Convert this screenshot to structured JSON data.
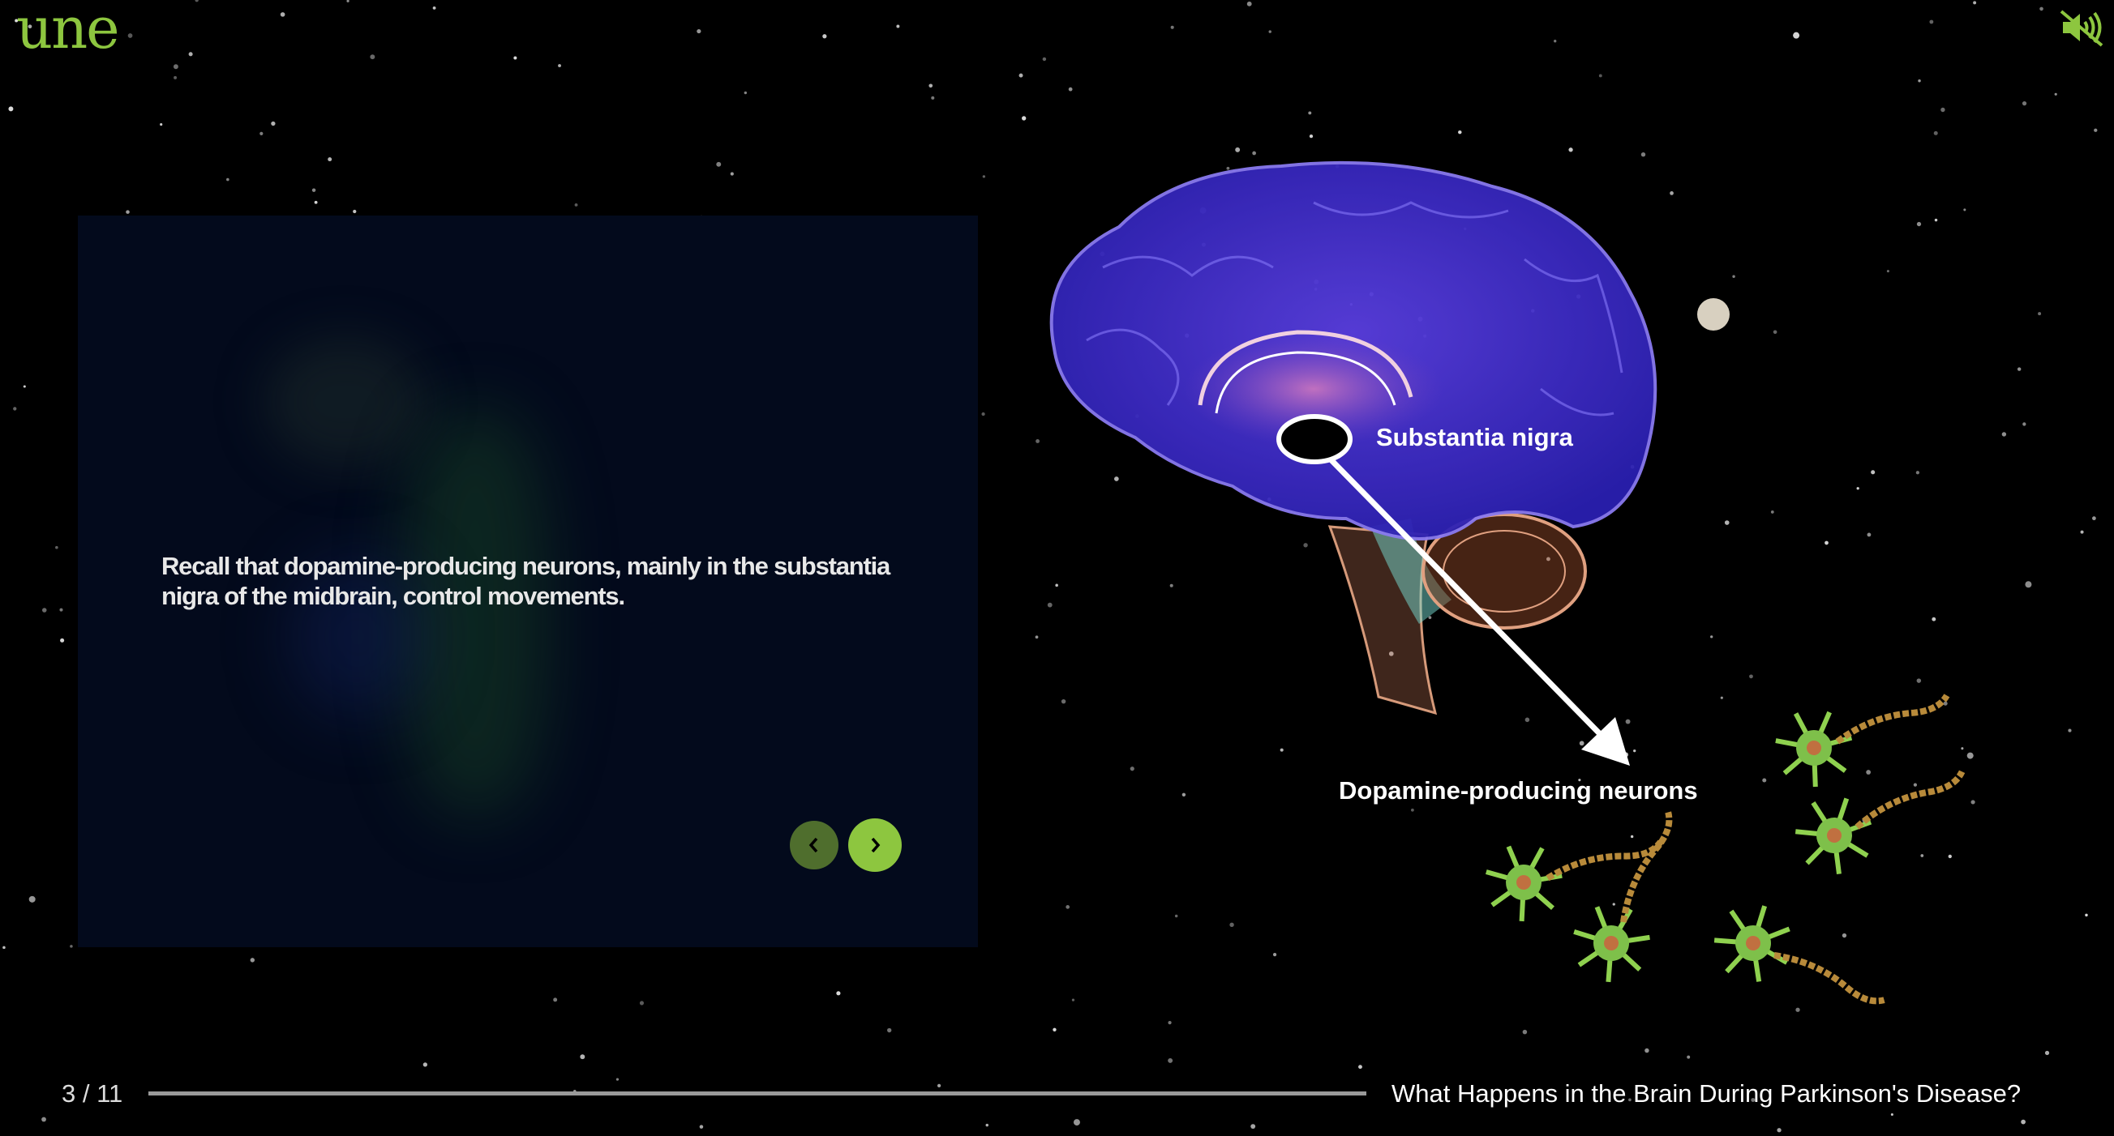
{
  "header": {
    "logo_text": "une",
    "sound_icon": "speaker-muted-icon"
  },
  "slide": {
    "text": "Recall that dopamine-producing neurons, mainly in the substantia nigra of the midbrain, control movements.",
    "prev_icon": "chevron-left-icon",
    "next_icon": "chevron-right-icon"
  },
  "illustration": {
    "label_substantia": "Substantia nigra",
    "label_neurons": "Dopamine-producing neurons"
  },
  "footer": {
    "counter": "3 / 11",
    "current": 3,
    "total": 11,
    "title": "What Happens in the Brain During Parkinson's Disease?"
  },
  "colors": {
    "accent": "#8dc63f",
    "accent_dark": "#4f6e2d",
    "panel": "#030a1c",
    "brain": "#3b2fd0"
  }
}
